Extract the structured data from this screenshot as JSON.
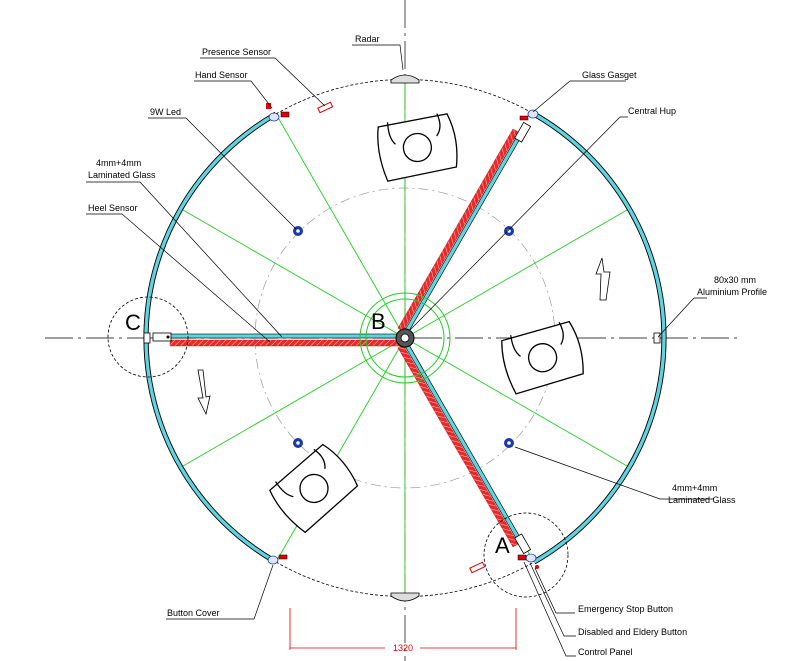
{
  "labels": {
    "presence_sensor": "Presence Sensor",
    "hand_sensor": "Hand Sensor",
    "radar": "Radar",
    "glass_gasget": "Glass Gasget",
    "led_9w": "9W Led",
    "central_hup": "Central Hup",
    "laminated_glass_left_1": "4mm+4mm",
    "laminated_glass_left_2": "Laminated Glass",
    "heel_sensor": "Heel Sensor",
    "aluminium_profile_1": "80x30 mm",
    "aluminium_profile_2": "Aluminium Profile",
    "laminated_glass_right_1": "4mm+4mm",
    "laminated_glass_right_2": "Laminated Glass",
    "button_cover": "Button Cover",
    "emergency_stop": "Emergency Stop Button",
    "disabled_elderly": "Disabled and Eldery Button",
    "control_panel": "Control Panel",
    "dimension": "1320",
    "point_a": "A",
    "point_b": "B",
    "point_c": "C"
  },
  "colors": {
    "glass": "#5fd3e0",
    "wing": "#e02020",
    "green": "#22cc22",
    "led": "#1a3aa8",
    "dimension": "#e00000"
  }
}
